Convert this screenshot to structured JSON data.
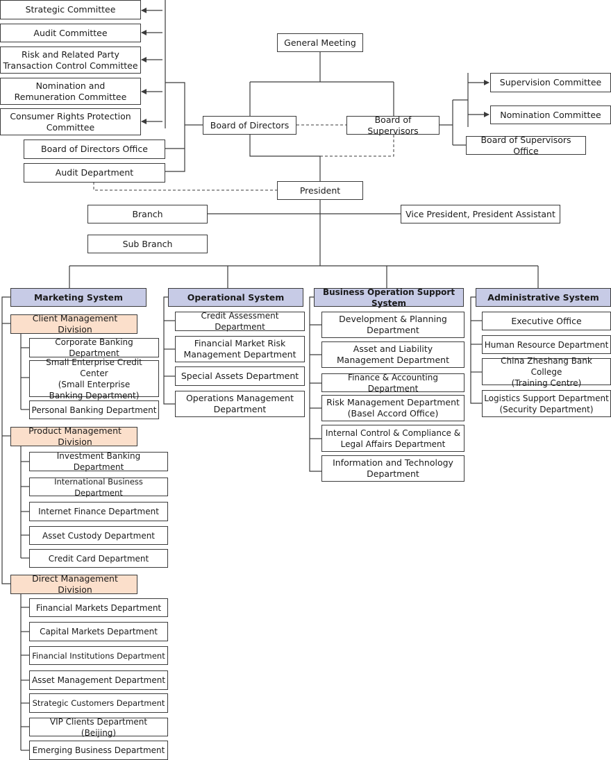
{
  "board_committees": {
    "strategic": "Strategic Committee",
    "audit": "Audit Committee",
    "risk_related_party": "Risk and Related Party\nTransaction Control Committee",
    "nomination_remuneration": "Nomination and\nRemuneration Committee",
    "consumer_rights": "Consumer Rights Protection\nCommittee"
  },
  "board_units": {
    "office": "Board of Directors Office",
    "audit_department": "Audit Department"
  },
  "governance": {
    "general_meeting": "General Meeting",
    "board_of_directors": "Board of Directors",
    "board_of_supervisors": "Board of Supervisors",
    "president": "President"
  },
  "supervisors": {
    "supervision_committee": "Supervision Committee",
    "nomination_committee": "Nomination Committee",
    "office": "Board of Supervisors Office"
  },
  "branches": {
    "branch": "Branch",
    "sub_branch": "Sub Branch",
    "vice_president": "Vice President, President Assistant"
  },
  "marketing": {
    "title": "Marketing System",
    "client_division": {
      "title": "Client Management Division",
      "departments": [
        "Corporate Banking Department",
        "Small Enterprise Credit Center\n(Small Enterprise\nBanking Department)",
        "Personal Banking Department"
      ]
    },
    "product_division": {
      "title": "Product Management Division",
      "departments": [
        "Investment Banking Department",
        "International Business Department",
        "Internet Finance Department",
        "Asset Custody Department",
        "Credit Card Department"
      ]
    },
    "direct_division": {
      "title": "Direct Management Division",
      "departments": [
        "Financial Markets Department",
        "Capital Markets Department",
        "Financial Institutions Department",
        "Asset Management Department",
        "Strategic Customers Department",
        "VIP Clients Department (Beijing)",
        "Emerging Business Department"
      ]
    }
  },
  "operational": {
    "title": "Operational System",
    "departments": [
      "Credit Assessment Department",
      "Financial Market Risk\nManagement Department",
      "Special Assets Department",
      "Operations Management\nDepartment"
    ]
  },
  "support": {
    "title": "Business Operation Support System",
    "departments": [
      "Development & Planning\nDepartment",
      "Asset and Liability\nManagement Department",
      "Finance & Accounting Department",
      "Risk Management Department\n(Basel Accord Office)",
      "Internal Control & Compliance &\nLegal Affairs Department",
      "Information and Technology\nDepartment"
    ]
  },
  "administrative": {
    "title": "Administrative System",
    "departments": [
      "Executive Office",
      "Human Resource Department",
      "China Zheshang Bank College\n(Training Centre)",
      "Logistics Support Department\n(Security Department)"
    ]
  },
  "colors": {
    "system_fill": "#c7cbe6",
    "division_fill": "#fbdfcb",
    "line": "#3a3a3a"
  }
}
